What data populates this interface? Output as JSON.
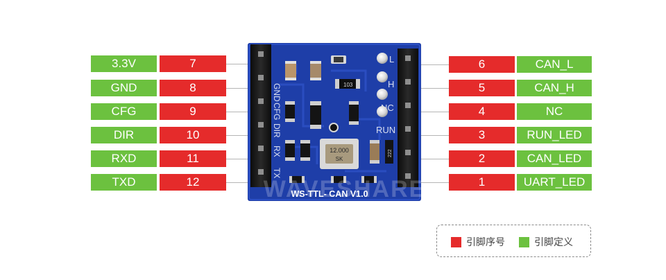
{
  "left_pins": [
    {
      "name": "3.3V",
      "num": "7"
    },
    {
      "name": "GND",
      "num": "8"
    },
    {
      "name": "CFG",
      "num": "9"
    },
    {
      "name": "DIR",
      "num": "10"
    },
    {
      "name": "RXD",
      "num": "11"
    },
    {
      "name": "TXD",
      "num": "12"
    }
  ],
  "right_pins": [
    {
      "num": "6",
      "name": "CAN_L"
    },
    {
      "num": "5",
      "name": "CAN_H"
    },
    {
      "num": "4",
      "name": "NC"
    },
    {
      "num": "3",
      "name": "RUN_LED"
    },
    {
      "num": "2",
      "name": "CAN_LED"
    },
    {
      "num": "1",
      "name": "UART_LED"
    }
  ],
  "board": {
    "silkscreen_title": "WS-TTL- CAN V1.0",
    "left_silk": [
      "GND",
      "CFG",
      "DIR",
      "RX",
      "TX"
    ],
    "right_silk": [
      "L",
      "H",
      "NC",
      "RUN"
    ],
    "crystal_top": "12.000",
    "crystal_bottom": "SK",
    "resistor_103": "103",
    "resistor_222": "222",
    "watermark": "WAVESHARE"
  },
  "legend": {
    "pin_number_label": "引脚序号",
    "pin_definition_label": "引脚定义"
  },
  "colors": {
    "pin_number": "#e52b2b",
    "pin_definition": "#6cc13f",
    "pcb": "#1e3ea8",
    "header": "#141414"
  }
}
